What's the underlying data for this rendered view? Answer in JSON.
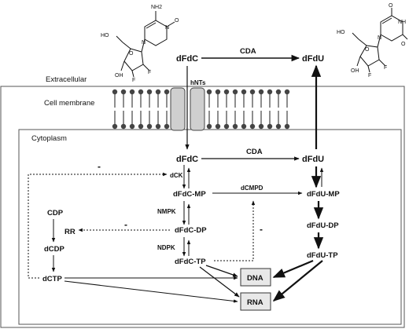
{
  "regions": {
    "extracellular": "Extracellular",
    "cell_membrane": "Cell membrane",
    "cytoplasm": "Cytoplasm"
  },
  "molecules": {
    "dfdc_out": "dFdC",
    "dfdu_out": "dFdU",
    "dfdc_in": "dFdC",
    "dfdu_in": "dFdU",
    "dfdc_mp": "dFdC-MP",
    "dfdc_dp": "dFdC-DP",
    "dfdc_tp": "dFdC-TP",
    "dfdu_mp": "dFdU-MP",
    "dfdu_dp": "dFdU-DP",
    "dfdu_tp": "dFdU-TP",
    "cdp": "CDP",
    "dcdp": "dCDP",
    "dctp": "dCTP",
    "rr": "RR",
    "dna": "DNA",
    "rna": "RNA"
  },
  "enzymes": {
    "cda_out": "CDA",
    "cda_in": "CDA",
    "hnts": "hNTs",
    "dck": "dCK",
    "nmpk": "NMPK",
    "ndpk": "NDPK",
    "dcmpd": "dCMPD"
  },
  "inhibition": {
    "symbol_dck": "-",
    "symbol_rr": "-",
    "symbol_dcmpd": "-"
  },
  "structure_labels": {
    "left": {
      "nh2": "NH2",
      "o": "O",
      "oh": "OH",
      "f1": "F",
      "f2": "F",
      "n1": "N",
      "n2": "N",
      "ho": "HO"
    },
    "right": {
      "o_top": "O",
      "nh": "NH",
      "o": "O",
      "oh": "OH",
      "f1": "F",
      "f2": "F",
      "n1": "N",
      "ho": "HO"
    }
  }
}
